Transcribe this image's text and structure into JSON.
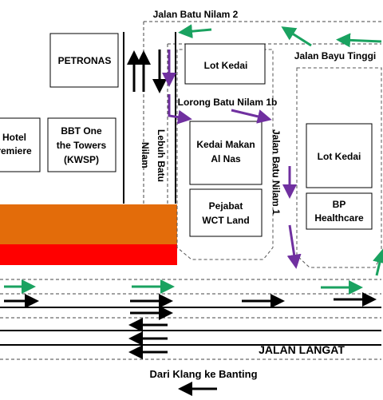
{
  "roads": {
    "top": "Jalan Batu Nilam 2",
    "bayu": "Jalan Bayu Tinggi",
    "lorong": "Lorong Batu Nilam 1b",
    "nilam1": "Jalan Batu Nilam 1",
    "lebuh": "Lebuh Batu",
    "nilam": "Nilam",
    "langat": "JALAN LANGAT",
    "klang": "Dari Klang ke Banting"
  },
  "buildings": {
    "petronas": "PETRONAS",
    "hotel_line1": "Hotel",
    "hotel_line2": "remiere",
    "bbt_line1": "BBT One",
    "bbt_line2": "the Towers",
    "bbt_line3": "(KWSP)",
    "lot_kedai_1": "Lot Kedai",
    "kedai_line1": "Kedai Makan",
    "kedai_line2": "Al Nas",
    "wct_line1": "Pejabat",
    "wct_line2": "WCT Land",
    "lot_kedai_2": "Lot Kedai",
    "bp_line1": "BP",
    "bp_line2": "Healthcare"
  },
  "colors": {
    "green_arrow": "#1aa260",
    "purple_arrow": "#7030a0",
    "orange_block": "#e36c0a",
    "red_block": "#ff0000"
  }
}
